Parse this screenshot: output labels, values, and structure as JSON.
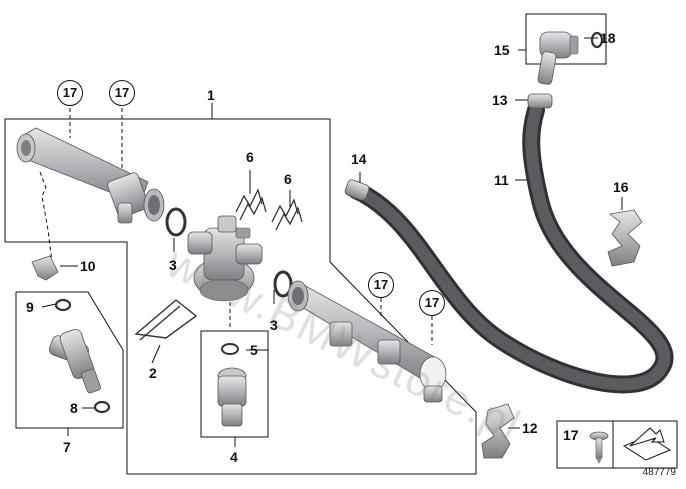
{
  "diagram": {
    "watermark": "www.BMWstore.pl",
    "reference_number": "487779",
    "callouts": {
      "c1": "1",
      "c2": "2",
      "c3a": "3",
      "c3b": "3",
      "c4": "4",
      "c5": "5",
      "c6a": "6",
      "c6b": "6",
      "c7": "7",
      "c8": "8",
      "c9": "9",
      "c10": "10",
      "c11": "11",
      "c12": "12",
      "c13": "13",
      "c14": "14",
      "c15": "15",
      "c16": "16",
      "c18": "18"
    },
    "circled_callouts": {
      "a": "17",
      "b": "17",
      "c": "17",
      "d": "17",
      "legend": "17"
    },
    "colors": {
      "part_gray": "#a7a9ac",
      "hose_dark": "#4b4d50",
      "line": "#111111"
    }
  }
}
